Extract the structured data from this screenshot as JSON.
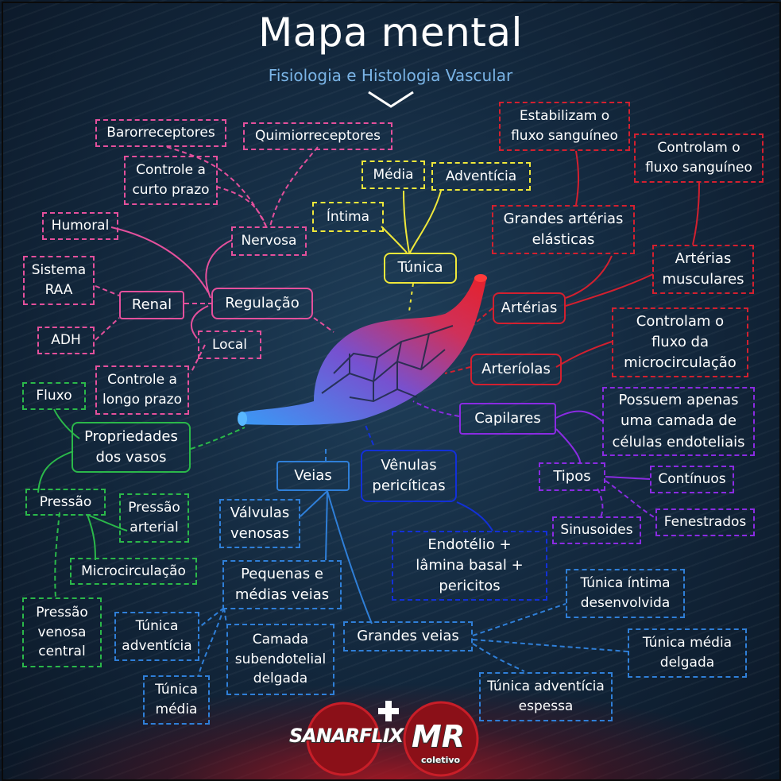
{
  "header": {
    "title": "Mapa mental",
    "subtitle": "Fisiologia e Histologia Vascular"
  },
  "colors": {
    "pink": "#e4509c",
    "yellow": "#efe73a",
    "red": "#d3202f",
    "purple": "#8a2be2",
    "green": "#2bb84a",
    "blue": "#2f7fd8",
    "navy": "#1230d8"
  },
  "nodes": {
    "barorreceptores": "Barorreceptores",
    "quimiorreceptores": "Quimiorreceptores",
    "controle_curto": "Controle a\ncurto prazo",
    "humoral": "Humoral",
    "nervosa": "Nervosa",
    "sistema_raa": "Sistema\nRAA",
    "renal": "Renal",
    "regulacao": "Regulação",
    "adh": "ADH",
    "local": "Local",
    "controle_longo": "Controle a\nlongo prazo",
    "media": "Média",
    "adventicia": "Adventícia",
    "intima": "Íntima",
    "tunica": "Túnica",
    "estabilizam": "Estabilizam o\nfluxo sanguíneo",
    "controlam_fluxo": "Controlam o\nfluxo sanguíneo",
    "grandes_arterias": "Grandes artérias\nelásticas",
    "arterias_musculares": "Artérias\nmusculares",
    "arterias": "Artérias",
    "controlam_micro": "Controlam o\nfluxo da\nmicrocirculação",
    "arteriolas": "Arteríolas",
    "fluxo": "Fluxo",
    "propriedades": "Propriedades\ndos vasos",
    "capilares": "Capilares",
    "camada_endotelial": "Possuem apenas\numa camada de\ncélulas endoteliais",
    "tipos": "Tipos",
    "continuos": "Contínuos",
    "fenestrados": "Fenestrados",
    "sinusoides": "Sinusoides",
    "pressao": "Pressão",
    "pressao_arterial": "Pressão\narterial",
    "microcirculacao": "Microcirculação",
    "pressao_venosa": "Pressão\nvenosa\ncentral",
    "veias": "Veias",
    "venulas": "Vênulas\npericíticas",
    "endotelio": "Endotélio +\nlâmina basal +\npericitos",
    "valvulas": "Válvulas\nvenosas",
    "pequenas_medias": "Pequenas e\nmédias veias",
    "tunica_adventicia_pm": "Túnica\nadventícia",
    "camada_subendotelial": "Camada\nsubendotelial\ndelgada",
    "tunica_media_pm": "Túnica\nmédia",
    "grandes_veias": "Grandes veias",
    "tunica_intima_gv": "Túnica íntima\ndesenvolvida",
    "tunica_media_gv": "Túnica média\ndelgada",
    "tunica_adventicia_gv": "Túnica adventícia\nespessa"
  },
  "logos": {
    "sanarflix": "SANARFLIX",
    "mr": "MR",
    "mr_sub": "coletivo"
  }
}
